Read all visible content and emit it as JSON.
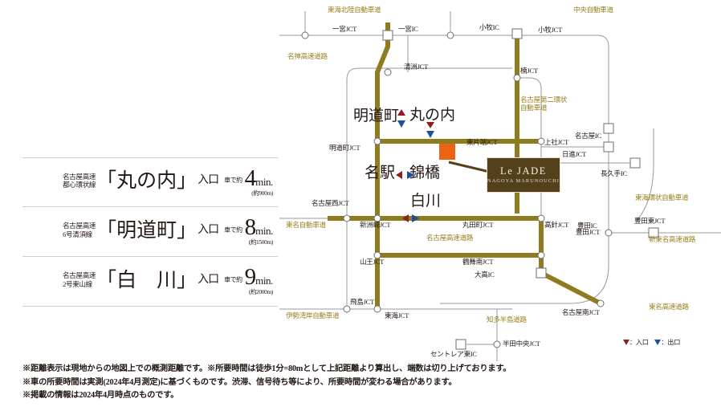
{
  "access": {
    "rows": [
      {
        "line": "名古屋高速\n都心環状線",
        "station": "「丸の内」",
        "exit": "入口",
        "by_car": "車で約",
        "minutes": "4",
        "unit": "min.",
        "distance": "(約900m)"
      },
      {
        "line": "名古屋高速\n6号清須線",
        "station": "「明道町」",
        "exit": "入口",
        "by_car": "車で約",
        "minutes": "8",
        "unit": "min.",
        "distance": "(約1500m)"
      },
      {
        "line": "名古屋高速\n2号東山線",
        "station": "「白　川」",
        "exit": "入口",
        "by_car": "車で約",
        "minutes": "9",
        "unit": "min.",
        "distance": "(約2000m)"
      }
    ]
  },
  "notes": [
    "※距離表示は現地からの地図上での概測距離です。※所要時間は徒歩1分=80mとして上記距離より算出し、端数は切り上げております。",
    "※車の所要時間は実測(2024年4月測定)に基づくものです。渋滞、信号待ち等により、所要時間が変わる場合があります。",
    "※掲載の情報は2024年4月時点のものです。"
  ],
  "map": {
    "property": {
      "name": "Le JADE",
      "subtitle": "NAGOYA MARUNOUCHI"
    },
    "legend": {
      "entrance": "：入口",
      "exit": "：出口"
    },
    "expressways": [
      {
        "id": "tokai-hokuriku",
        "label": "東海北陸自動車道"
      },
      {
        "id": "meishin",
        "label": "名神高速道路"
      },
      {
        "id": "chuo",
        "label": "中央自動車道"
      },
      {
        "id": "nagoya-daini-kanjo",
        "label": "名古屋第二環状\n自動車道"
      },
      {
        "id": "nagoya-kosoku",
        "label": "名古屋高速道路"
      },
      {
        "id": "tomei",
        "label": "東名自動車道"
      },
      {
        "id": "ise-wangan",
        "label": "伊勢湾岸自動車道"
      },
      {
        "id": "chita-hanto",
        "label": "知多半島道路"
      },
      {
        "id": "tokai-kanjo",
        "label": "東海環状自動車道"
      },
      {
        "id": "shin-tomei",
        "label": "新東名高速道路"
      },
      {
        "id": "tomei-kosoku",
        "label": "東名高速道路"
      }
    ],
    "junctions": [
      {
        "id": "ichinomiya-jct",
        "label": "一宮JCT"
      },
      {
        "id": "ichinomiya-ic",
        "label": "一宮IC"
      },
      {
        "id": "komaki-ic",
        "label": "小牧IC"
      },
      {
        "id": "komaki-jct",
        "label": "小牧JCT"
      },
      {
        "id": "kiyosu-jct",
        "label": "清洲JCT"
      },
      {
        "id": "kusunoki-jct",
        "label": "楠JCT"
      },
      {
        "id": "meidocho-jct",
        "label": "明道町JCT"
      },
      {
        "id": "higashikatabajct",
        "label": "東片端JCT"
      },
      {
        "id": "kamiyashiro-jct",
        "label": "上社JCT"
      },
      {
        "id": "nagoya-ic",
        "label": "名古屋IC"
      },
      {
        "id": "nisshin-jct",
        "label": "日進JCT"
      },
      {
        "id": "nagakute-ic",
        "label": "長久手IC"
      },
      {
        "id": "nagoya-nishi-jct",
        "label": "名古屋西JCT"
      },
      {
        "id": "shinsusaki-jct",
        "label": "新洲崎JCT"
      },
      {
        "id": "marutamachi-jct",
        "label": "丸田町JCT"
      },
      {
        "id": "takabari-jct",
        "label": "高針JCT"
      },
      {
        "id": "toyota-ic",
        "label": "豊田IC"
      },
      {
        "id": "sanno-jct",
        "label": "山王JCT"
      },
      {
        "id": "tsurumai-minami-jct",
        "label": "鶴舞南JCT"
      },
      {
        "id": "toyota-jct",
        "label": "豊田JCT"
      },
      {
        "id": "toyota-higashi-jct",
        "label": "豊田東JCT"
      },
      {
        "id": "tobishima-jct",
        "label": "飛島JCT"
      },
      {
        "id": "daiko-ic",
        "label": "大高IC"
      },
      {
        "id": "tokai-jct",
        "label": "東海JCT"
      },
      {
        "id": "nagoya-minami-jct",
        "label": "名古屋南JCT"
      },
      {
        "id": "handa-chuo-jct",
        "label": "半田中央JCT"
      },
      {
        "id": "centrair-higashi-ic",
        "label": "セントレア東IC"
      }
    ],
    "districts": [
      {
        "id": "meidocho",
        "label": "明道町"
      },
      {
        "id": "marunouchi",
        "label": "丸の内"
      },
      {
        "id": "meieki",
        "label": "名駅"
      },
      {
        "id": "nishikibashi",
        "label": "錦橋"
      },
      {
        "id": "shirakawa",
        "label": "白川"
      }
    ]
  }
}
